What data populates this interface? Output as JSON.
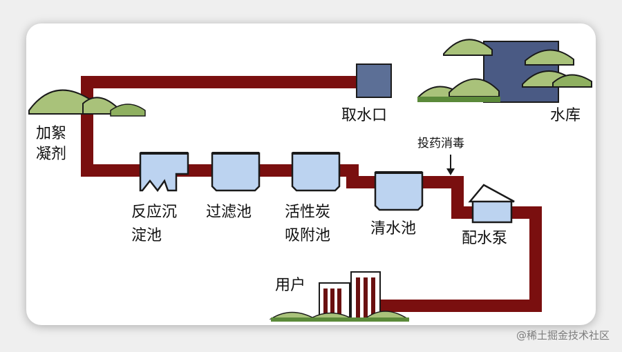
{
  "labels": {
    "intake": "取水口",
    "reservoir": "水库",
    "coagulant_line1": "加絮",
    "coagulant_line2": "凝剂",
    "sed_line1": "反应沉",
    "sed_line2": "淀池",
    "filter": "过滤池",
    "carbon_line1": "活性炭",
    "carbon_line2": "吸附池",
    "clear": "清水池",
    "disinfect": "投药消毒",
    "pump": "配水泵",
    "users": "用户"
  },
  "watermark": "@稀土掘金技术社区",
  "colors": {
    "pipe": "#7a0f0f",
    "tank_fill": "#bcd3f0",
    "tank_stroke": "#1a1a1a",
    "intake_fill": "#5c6f96",
    "reservoir_fill": "#4a5a84",
    "tree_fill": "#a9c27a",
    "tree_dark": "#5b8a3a"
  }
}
